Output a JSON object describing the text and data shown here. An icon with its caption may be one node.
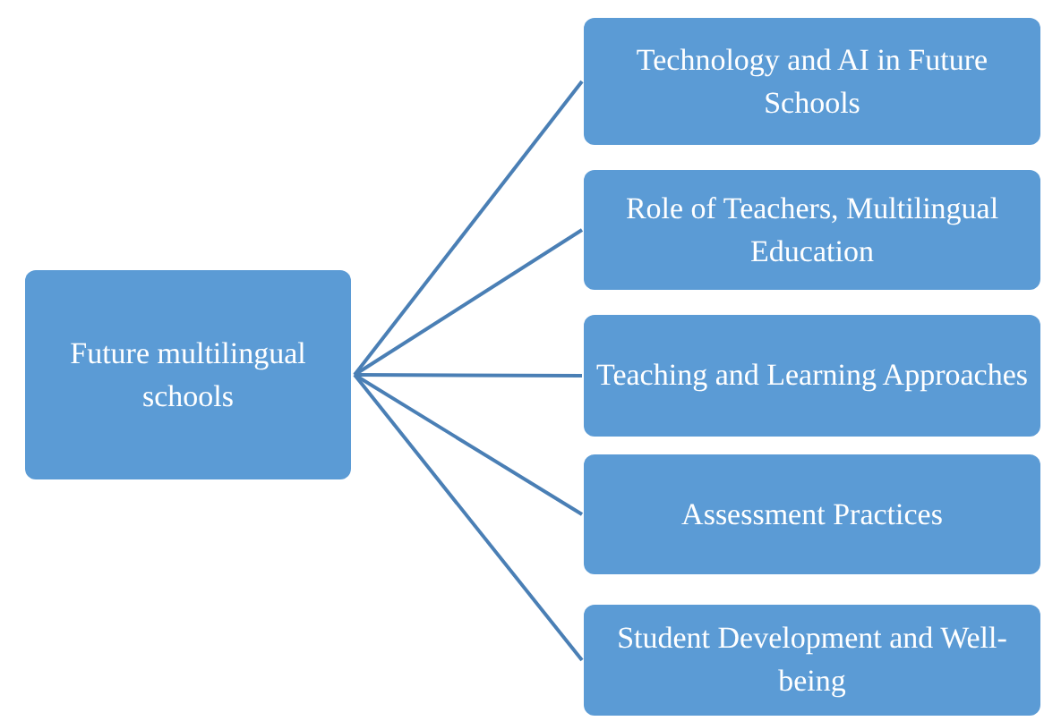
{
  "diagram": {
    "nodes": [
      {
        "text": [
          "Future multilingual schools"
        ]
      },
      {
        "text": [
          "Technology and AI in Future Schools"
        ]
      },
      {
        "text": [
          "Role of Teachers, Multilingual Education"
        ]
      },
      {
        "text": [
          "Teaching and Learning Approaches"
        ]
      },
      {
        "text": [
          "Assessment Practices"
        ]
      },
      {
        "text": [
          "Student Development and Well-being"
        ]
      }
    ],
    "edges": [
      {
        "from": 0,
        "to": 1,
        "arrow": "none"
      },
      {
        "from": 0,
        "to": 2,
        "arrow": "none"
      },
      {
        "from": 0,
        "to": 3,
        "arrow": "none"
      },
      {
        "from": 0,
        "to": 4,
        "arrow": "none"
      },
      {
        "from": 0,
        "to": 5,
        "arrow": "none"
      }
    ]
  }
}
